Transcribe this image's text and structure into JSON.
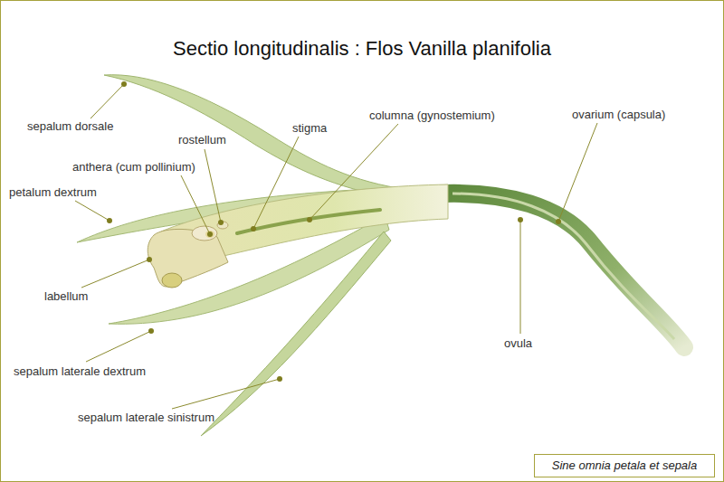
{
  "diagram": {
    "title": "Sectio longitudinalis : Flos Vanilla planifolia",
    "nodes": [
      {
        "text": [
          "Sine omnia petala et sepala"
        ]
      }
    ],
    "labels": [
      "sepalum dorsale",
      "rostellum",
      "stigma",
      "columna (gynostemium)",
      "ovarium (capsula)",
      "anthera (cum pollinium)",
      "petalum dextrum",
      "labellum",
      "ovula",
      "sepalum laterale dextrum",
      "sepalum laterale sinistrum"
    ]
  }
}
